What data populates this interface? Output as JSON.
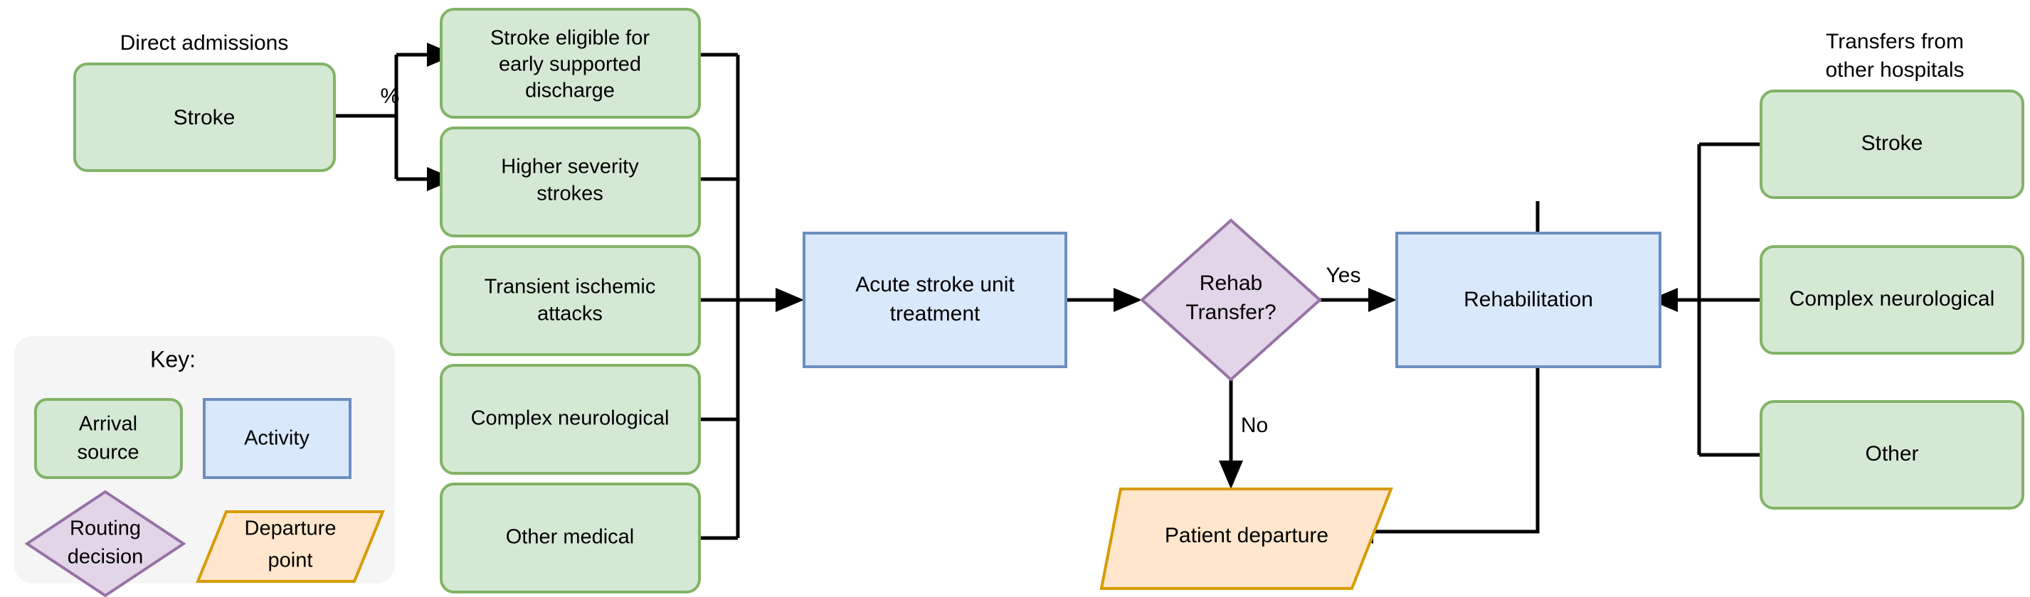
{
  "diagram": {
    "title": "Stroke pathway flowchart",
    "colors": {
      "arrival_fill": "#d5e8d4",
      "arrival_stroke": "#82b366",
      "activity_fill": "#dae8fc",
      "activity_stroke": "#6c8ebf",
      "decision_fill": "#e1d5e7",
      "decision_stroke": "#9673a6",
      "departure_fill": "#ffe6cc",
      "departure_stroke": "#d79b00",
      "key_panel_fill": "#f5f5f5",
      "connector": "#000000"
    },
    "captions": {
      "direct_admissions": "Direct admissions",
      "transfers_line1": "Transfers from",
      "transfers_line2": "other hospitals"
    },
    "direct_admission_source": {
      "label": "Stroke"
    },
    "split_label": "%",
    "patient_types": [
      {
        "id": "ese",
        "lines": [
          "Stroke eligible for",
          "early supported",
          "discharge"
        ]
      },
      {
        "id": "hss",
        "lines": [
          "Higher severity",
          "strokes"
        ]
      },
      {
        "id": "tia",
        "lines": [
          "Transient ischemic",
          "attacks"
        ]
      },
      {
        "id": "complex",
        "lines": [
          "Complex neurological"
        ]
      },
      {
        "id": "other",
        "lines": [
          "Other medical"
        ]
      }
    ],
    "acute_unit": {
      "lines": [
        "Acute stroke unit",
        "treatment"
      ]
    },
    "decision": {
      "lines": [
        "Rehab",
        "Transfer?"
      ],
      "yes_label": "Yes",
      "no_label": "No"
    },
    "rehabilitation": {
      "label": "Rehabilitation"
    },
    "departure": {
      "label": "Patient departure"
    },
    "transfers": [
      {
        "id": "t-stroke",
        "label": "Stroke"
      },
      {
        "id": "t-complex",
        "label": "Complex neurological"
      },
      {
        "id": "t-other",
        "label": "Other"
      }
    ],
    "key": {
      "title": "Key:",
      "items": [
        {
          "id": "arrival",
          "lines": [
            "Arrival",
            "source"
          ]
        },
        {
          "id": "activity",
          "lines": [
            "Activity"
          ]
        },
        {
          "id": "routing",
          "lines": [
            "Routing",
            "decision"
          ]
        },
        {
          "id": "departure",
          "lines": [
            "Departure",
            "point"
          ]
        }
      ]
    }
  }
}
